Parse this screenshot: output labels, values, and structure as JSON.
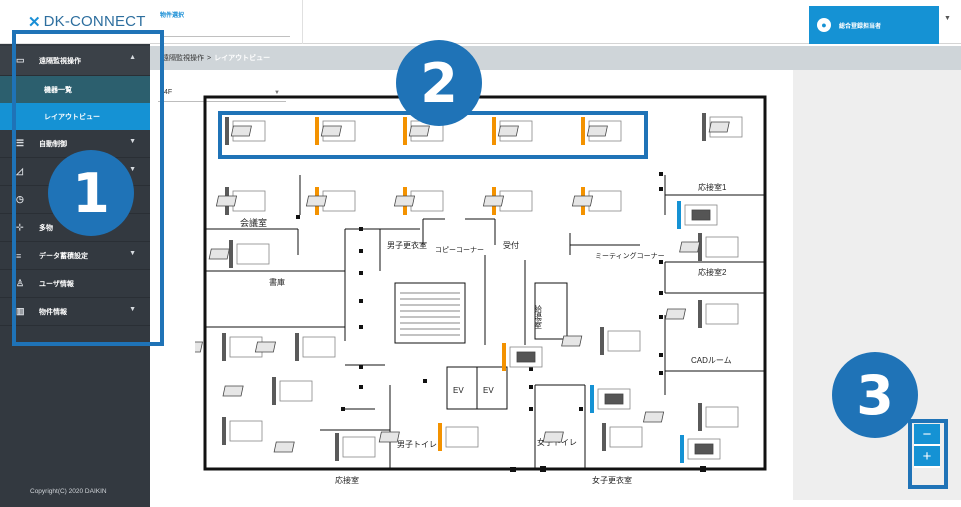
{
  "brand": {
    "logo_mark": "✕",
    "logo_text": "DK-CONNECT"
  },
  "header": {
    "property_select_label": "物件選択",
    "user_label": "総合登録担当者"
  },
  "sidebar": {
    "items": [
      {
        "label": "遠隔監視操作",
        "icon": "monitor-icon",
        "expanded": true
      },
      {
        "label": "機器一覧",
        "sub": true
      },
      {
        "label": "レイアウトビュー",
        "sub": true,
        "active": true
      },
      {
        "label": "自動制御",
        "icon": "sliders-icon"
      },
      {
        "label": "",
        "icon": "chart-icon"
      },
      {
        "label": "",
        "icon": "clock-icon"
      },
      {
        "label": "多物",
        "icon": "tree-icon"
      },
      {
        "label": "データ蓄積設定",
        "icon": "data-settings-icon"
      },
      {
        "label": "ユーザ情報",
        "icon": "user-icon"
      },
      {
        "label": "物件情報",
        "icon": "building-icon"
      }
    ],
    "copyright": "Copyright(C) 2020 DAIKIN"
  },
  "breadcrumb": {
    "parent": "遠隔監視操作",
    "separator": ">",
    "current": "レイアウトビュー"
  },
  "floor_select": {
    "value": "4F"
  },
  "floor_plan": {
    "rooms": {
      "meeting_room": "会議室",
      "storage": "書庫",
      "mens_locker": "男子更衣室",
      "copy_corner": "コピーコーナー",
      "reception": "受付",
      "meeting_corner": "ミーティングコーナー",
      "reception_room_1": "応接室1",
      "reception_room_2": "応接室2",
      "kitchen": "給湯室",
      "cad_room": "CADルーム",
      "ev1": "EV",
      "ev2": "EV",
      "mens_toilet": "男子トイレ",
      "womens_toilet": "女子トイレ",
      "bottom_reception": "応接室",
      "womens_locker": "女子更衣室"
    },
    "status_colors": {
      "running": "#f39200",
      "stopped": "#5a5a5a",
      "blue": "#1592d4"
    }
  },
  "badges": [
    "1",
    "2",
    "3"
  ],
  "zoom": {
    "minus": "−",
    "plus": "+"
  }
}
